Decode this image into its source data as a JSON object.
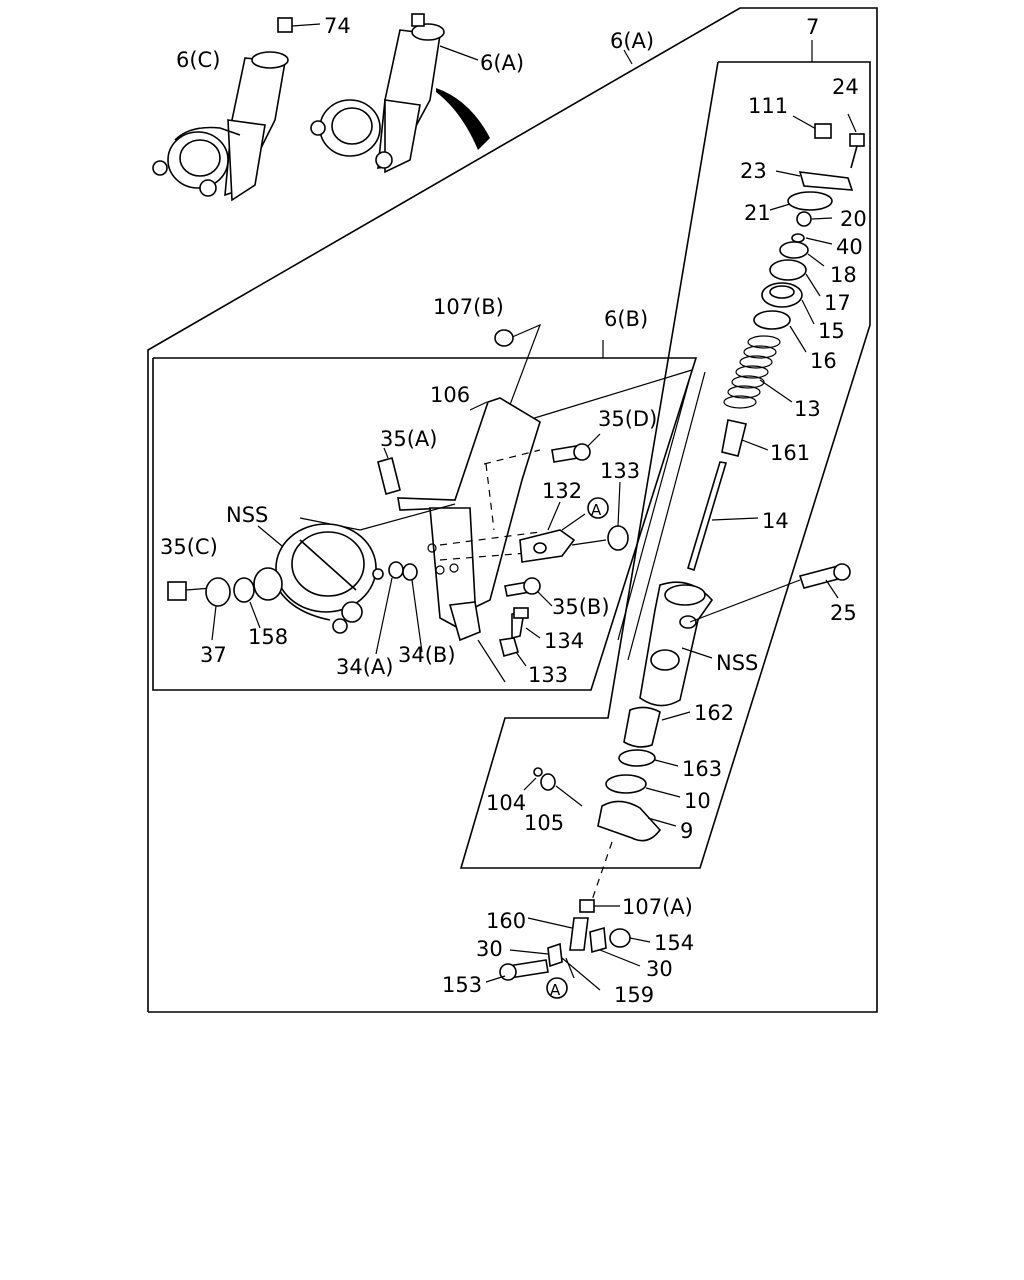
{
  "labels": {
    "l74": "74",
    "l6c": "6(C)",
    "l6a_top": "6(A)",
    "l6a_frame": "6(A)",
    "l7": "7",
    "l111": "111",
    "l24": "24",
    "l23": "23",
    "l21": "21",
    "l20": "20",
    "l40": "40",
    "l18": "18",
    "l17": "17",
    "l15": "15",
    "l16": "16",
    "l13": "13",
    "l161": "161",
    "l14": "14",
    "l25": "25",
    "lnss_right": "NSS",
    "l162": "162",
    "l163": "163",
    "l10": "10",
    "l9": "9",
    "l104": "104",
    "l105": "105",
    "l107b": "107(B)",
    "l6b": "6(B)",
    "l106": "106",
    "l35a": "35(A)",
    "l35d": "35(D)",
    "l133_top": "133",
    "l132": "132",
    "lA_mid": "A",
    "lnss_left": "NSS",
    "l35c": "35(C)",
    "l37": "37",
    "l158": "158",
    "l34a": "34(A)",
    "l34b": "34(B)",
    "l35b": "35(B)",
    "l134": "134",
    "l133_bot": "133",
    "l107a": "107(A)",
    "l160": "160",
    "l154": "154",
    "l30_left": "30",
    "l30_right": "30",
    "l153": "153",
    "lA_bot": "A",
    "l159": "159"
  }
}
